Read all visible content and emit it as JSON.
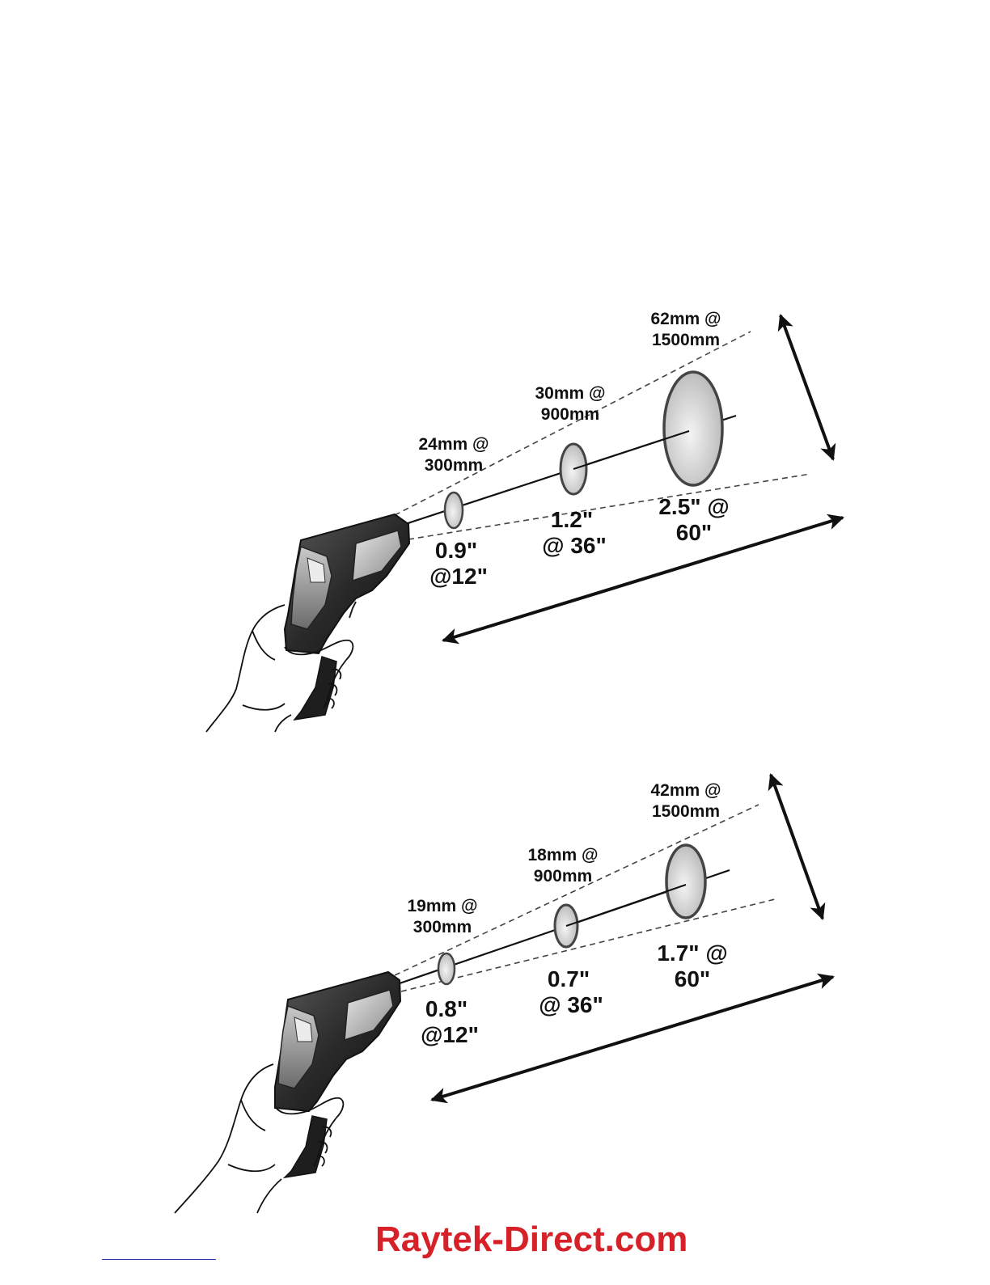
{
  "colors": {
    "brand": "#d62128",
    "ink": "#111111",
    "footnote_rule": "#2b3fa8"
  },
  "diagrams": [
    {
      "id": "top",
      "metric_labels": [
        {
          "line1": "24mm @",
          "line2": "300mm"
        },
        {
          "line1": "30mm @",
          "line2": "900mm"
        },
        {
          "line1": "62mm @",
          "line2": "1500mm"
        }
      ],
      "imperial_labels": [
        {
          "line1": "0.9\"",
          "line2": "@12\""
        },
        {
          "line1": "1.2\"",
          "line2": "@ 36\""
        },
        {
          "line1": "2.5\" @",
          "line2": "60\""
        }
      ]
    },
    {
      "id": "bottom",
      "metric_labels": [
        {
          "line1": "19mm @",
          "line2": "300mm"
        },
        {
          "line1": "18mm @",
          "line2": "900mm"
        },
        {
          "line1": "42mm @",
          "line2": "1500mm"
        }
      ],
      "imperial_labels": [
        {
          "line1": "0.8\"",
          "line2": "@12\""
        },
        {
          "line1": "0.7\"",
          "line2": "@ 36\""
        },
        {
          "line1": "1.7\" @",
          "line2": "60\""
        }
      ]
    }
  ],
  "footer": {
    "brand_text": "Raytek-Direct.com"
  }
}
